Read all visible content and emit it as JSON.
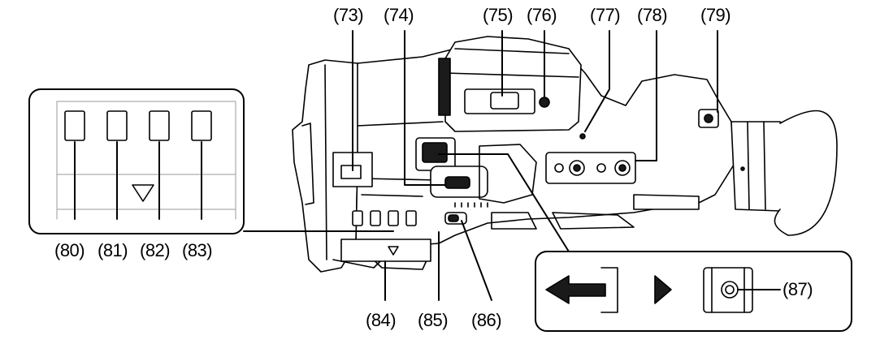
{
  "callouts": {
    "c73": "(73)",
    "c74": "(74)",
    "c75": "(75)",
    "c76": "(76)",
    "c77": "(77)",
    "c78": "(78)",
    "c79": "(79)",
    "c80": "(80)",
    "c81": "(81)",
    "c82": "(82)",
    "c83": "(83)",
    "c84": "(84)",
    "c85": "(85)",
    "c86": "(86)",
    "c87": "(87)"
  },
  "colors": {
    "line": "#000000",
    "body_fill": "#ffffff",
    "shade": "#e6e6e6",
    "dark": "#1a1a1a"
  },
  "icons": [
    "arrow-left-icon",
    "play-triangle-icon",
    "down-triangle-icon"
  ]
}
